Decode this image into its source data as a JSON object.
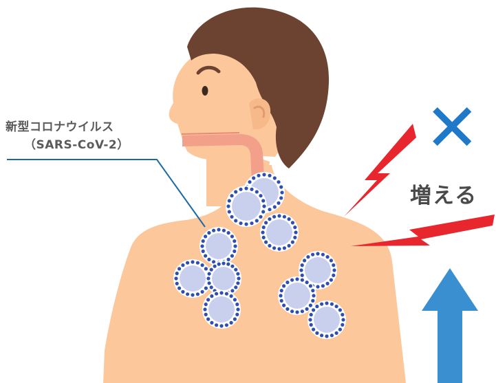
{
  "labels": {
    "virus_name": "新型コロナウイルス",
    "virus_code": "（SARS-CoV-2）",
    "increase": "増える",
    "cross_mark": "✕"
  },
  "colors": {
    "skin": "#fcc79b",
    "hair": "#6b4330",
    "airway": "#f2a08a",
    "virus_body": "#c9d0ee",
    "virus_spike": "#2f4fb0",
    "leader_line": "#1a6aa8",
    "lightning": "#e8262d",
    "arrow": "#3a8fd1",
    "cross": "#1f78c8",
    "text": "#5a5a5a"
  },
  "icons": {
    "cross": "cross-mark-icon",
    "lightning": "lightning-bolt-icon",
    "arrow": "up-arrow-icon",
    "virus": "coronavirus-particle-icon"
  }
}
